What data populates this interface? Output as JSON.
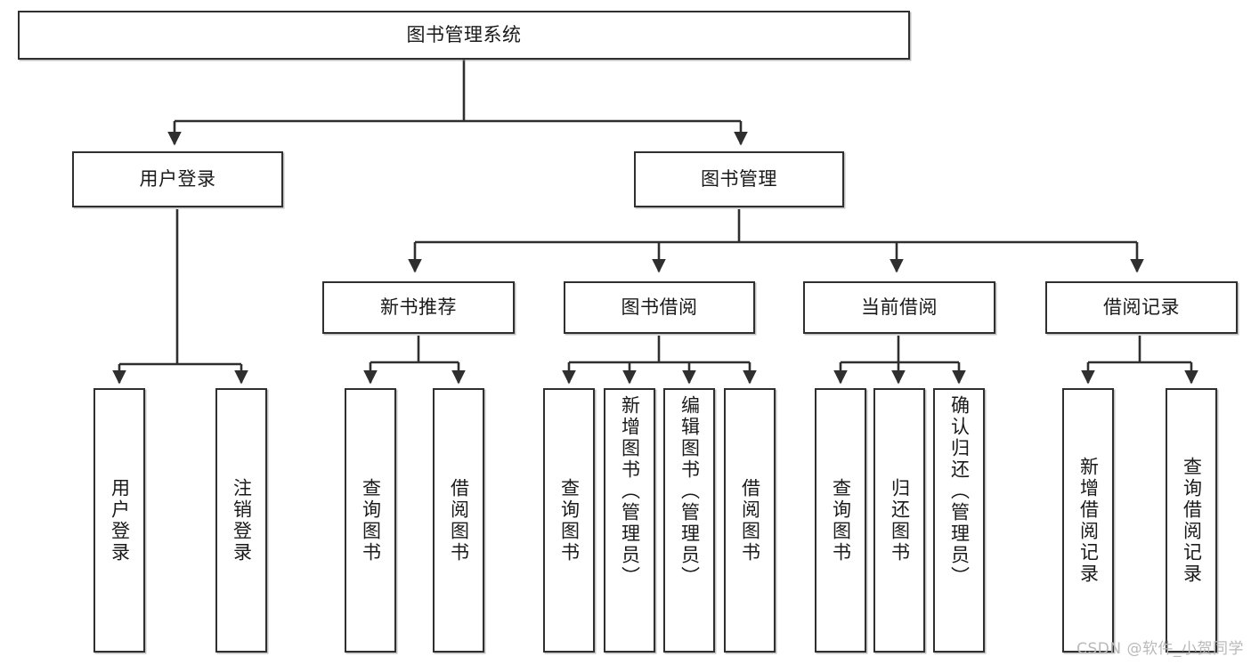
{
  "diagram": {
    "title": "图书管理系统",
    "type": "tree-hierarchy-chart",
    "watermark": "CSDN @软件_小贺同学",
    "colors": {
      "box_border": "#2f2f2f",
      "box_fill": "#ffffff",
      "edge": "#2f2f2f",
      "text": "#1a1a1a",
      "watermark": "#b9b9b9"
    }
  },
  "nodes": {
    "root": {
      "label": "图书管理系统"
    },
    "level2": [
      {
        "label": "用户登录"
      },
      {
        "label": "图书管理"
      }
    ],
    "level3": [
      {
        "label": "新书推荐"
      },
      {
        "label": "图书借阅"
      },
      {
        "label": "当前借阅"
      },
      {
        "label": "借阅记录"
      }
    ],
    "leaves": {
      "user_login": [
        {
          "label": "用户登录"
        },
        {
          "label": "注销登录"
        }
      ],
      "new_book": [
        {
          "label": "查询图书"
        },
        {
          "label": "借阅图书"
        }
      ],
      "book_borrow": [
        {
          "label": "查询图书"
        },
        {
          "label": "新增图书（管理员）"
        },
        {
          "label": "编辑图书（管理员）"
        },
        {
          "label": "借阅图书"
        }
      ],
      "current_borrow": [
        {
          "label": "查询图书"
        },
        {
          "label": "归还图书"
        },
        {
          "label": "确认归还（管理员）"
        }
      ],
      "borrow_record": [
        {
          "label": "新增借阅记录"
        },
        {
          "label": "查询借阅记录"
        }
      ]
    }
  }
}
